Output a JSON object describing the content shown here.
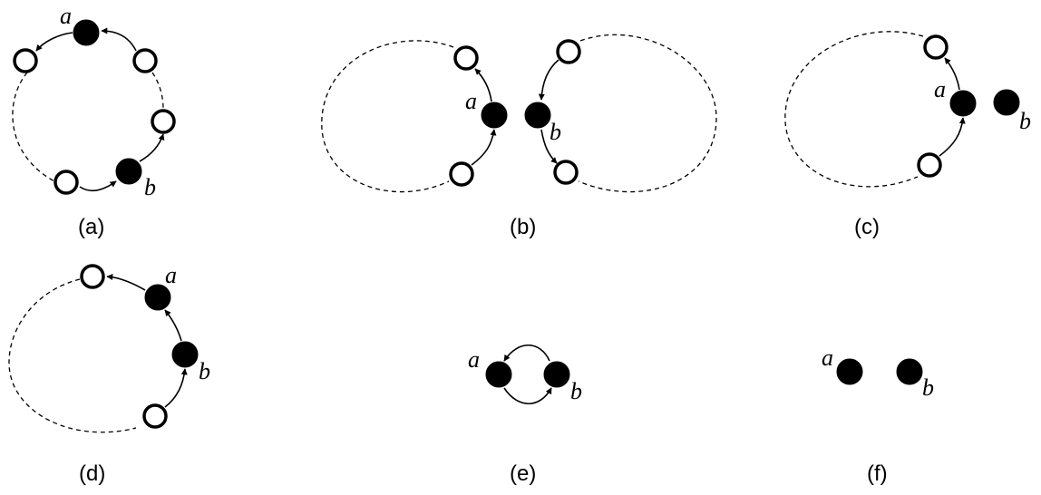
{
  "labels": {
    "a": "a",
    "b": "b"
  },
  "panels": [
    {
      "id": "a",
      "caption": "(a)"
    },
    {
      "id": "b",
      "caption": "(b)"
    },
    {
      "id": "c",
      "caption": "(c)"
    },
    {
      "id": "d",
      "caption": "(d)"
    },
    {
      "id": "e",
      "caption": "(e)"
    },
    {
      "id": "f",
      "caption": "(f)"
    }
  ],
  "colors": {
    "stroke": "#000000",
    "background": "#ffffff",
    "filled_node": "#000000",
    "open_node": "#ffffff"
  }
}
